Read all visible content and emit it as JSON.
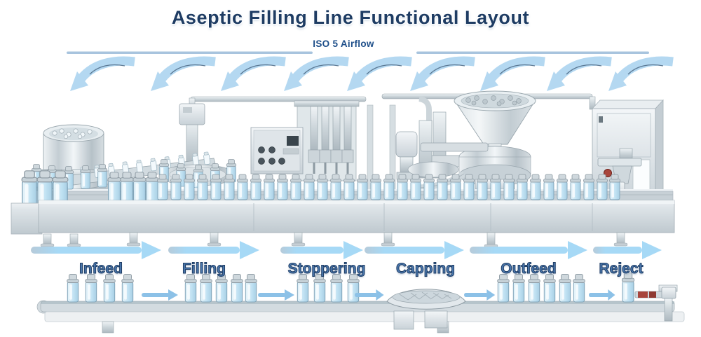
{
  "title": "Aseptic Filling Line Functional Layout",
  "airflow": {
    "label": "ISO 5 Airflow",
    "arrow_count": 9,
    "direction": "down-left"
  },
  "stages": [
    {
      "label": "Infeed"
    },
    {
      "label": "Filling"
    },
    {
      "label": "Stoppering"
    },
    {
      "label": "Capping"
    },
    {
      "label": "Outfeed"
    },
    {
      "label": "Reject"
    }
  ],
  "icons": {
    "airflow_arrow": "curved-arrow-down-left",
    "flow_arrow": "arrow-right",
    "conveyor_arrow": "arrow-right"
  },
  "colors": {
    "title_navy": "#1e3c63",
    "airflow_label_blue": "#1d4e89",
    "stage_label_blue": "#4a77ad",
    "airflow_arrow_blue": "#b4d8f1",
    "flow_arrow_blue": "#a6d9f6",
    "vial_blue": "#bfe1f2",
    "machine_silver": "#d6dee3",
    "reject_red": "#a8453c"
  }
}
